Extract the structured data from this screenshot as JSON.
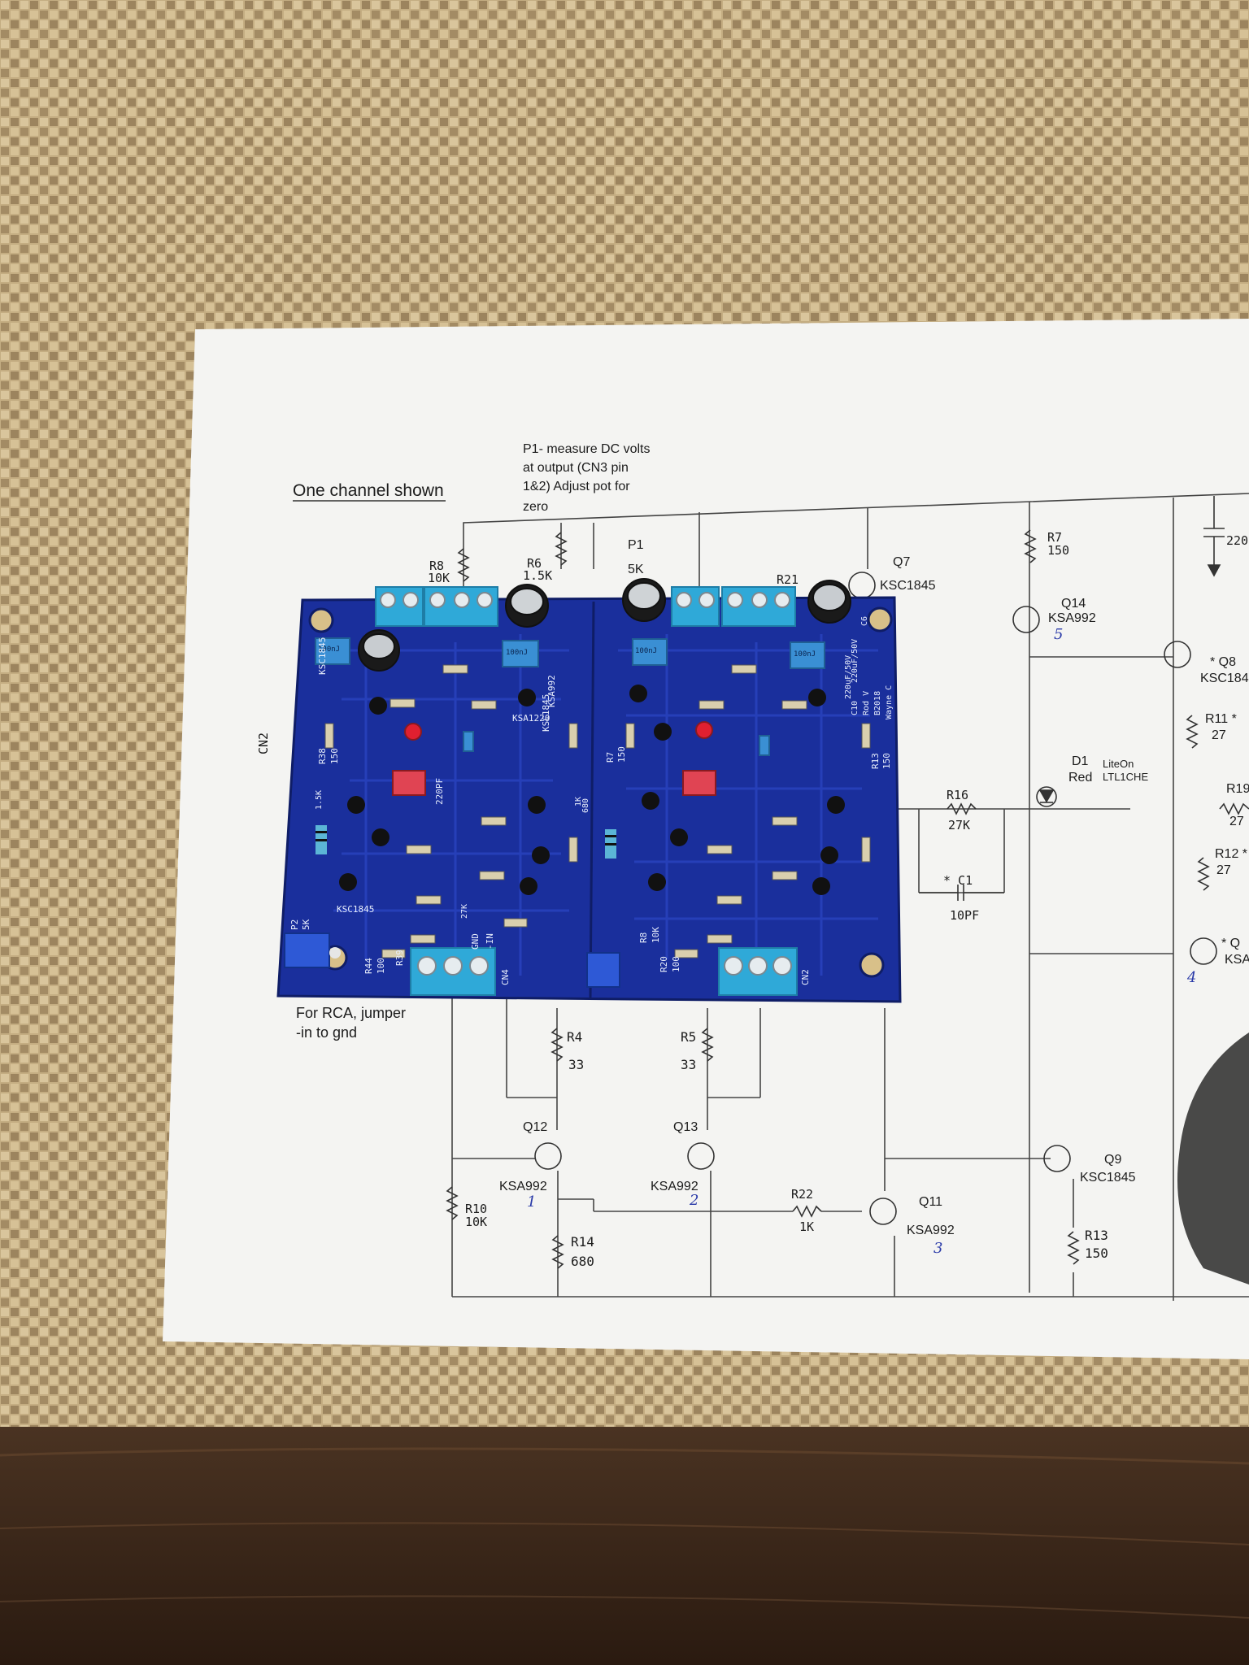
{
  "sheet": {
    "title": "One channel shown",
    "p1_note": [
      "P1- measure DC volts",
      "at output (CN3 pin",
      "1&2) Adjust pot for",
      "zero"
    ],
    "rca_note": [
      "For RCA, jumper",
      "-in to gnd"
    ]
  },
  "parts": {
    "r8": [
      "R8",
      "10K"
    ],
    "r6": [
      "R6",
      "1.5K"
    ],
    "p1": [
      "P1",
      "5K"
    ],
    "r21": "R21",
    "q7": [
      "Q7",
      "KSC1845"
    ],
    "r7": [
      "R7",
      "150"
    ],
    "q14": [
      "Q14",
      "KSA992"
    ],
    "q8": [
      "* Q8",
      "KSC184"
    ],
    "c220": "220",
    "r11": [
      "R11 *",
      "27"
    ],
    "d1": [
      "D1",
      "Red"
    ],
    "d1_part": [
      "LiteOn",
      "LTL1CHE"
    ],
    "r19": [
      "R19",
      "27"
    ],
    "r16": [
      "R16",
      "27K"
    ],
    "c1": [
      "* C1",
      "10PF"
    ],
    "r12": [
      "R12 *",
      "27"
    ],
    "q_right": [
      "* Q",
      "KSA"
    ],
    "cn2": "CN2",
    "r4": [
      "R4",
      "33"
    ],
    "r5": [
      "R5",
      "33"
    ],
    "q12": [
      "Q12",
      "KSA992"
    ],
    "q13": [
      "Q13",
      "KSA992"
    ],
    "r10": [
      "R10",
      "10K"
    ],
    "r14": [
      "R14",
      "680"
    ],
    "r22": [
      "R22",
      "1K"
    ],
    "q11": [
      "Q11",
      "KSA992"
    ],
    "q9": [
      "Q9",
      "KSC1845"
    ],
    "r13": [
      "R13",
      "150"
    ]
  },
  "handwritten": {
    "q12": "1",
    "q13": "2",
    "q11": "3",
    "q_right": "4",
    "q14": "5"
  },
  "pcb": {
    "cap_labels": [
      "100nJ",
      "100nJ",
      "100nJ",
      "100nJ"
    ],
    "silk": [
      "KSC1845",
      "KSA1220",
      "KSC1845",
      "KSA992",
      "220PF",
      "R38",
      "150",
      "KSC1845",
      "R44",
      "100",
      "R39",
      "CN4",
      "GND",
      "-IN",
      "P2",
      "5K",
      "R8",
      "10K",
      "R20",
      "100",
      "CN2",
      "R7",
      "150",
      "R13",
      "150",
      "Rod V",
      "B2018",
      "Wayne C",
      "C10",
      "220uF/50V",
      "C6",
      "220uF/50V",
      "1.5K",
      "680",
      "1K",
      "27K"
    ]
  },
  "colors": {
    "pcb": "#1a2f9c",
    "terminal": "#2fa9d8",
    "paper": "#f4f4f2",
    "table": "#3a2618",
    "mat": "#c9b48a"
  }
}
